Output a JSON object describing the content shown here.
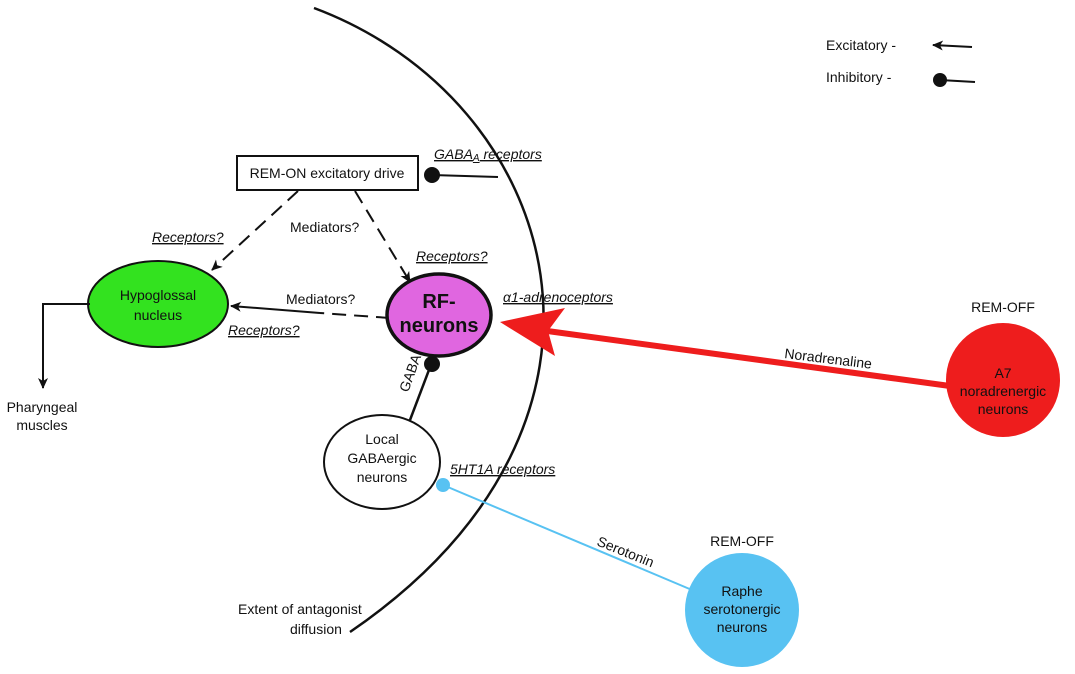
{
  "legend": {
    "excitatory": "Excitatory -",
    "inhibitory": "Inhibitory -"
  },
  "nodes": {
    "rem_on": "REM-ON excitatory drive",
    "hypoglossal": [
      "Hypoglossal",
      "nucleus"
    ],
    "rf": [
      "RF-",
      "neurons"
    ],
    "local_gaba": [
      "Local",
      "GABAergic",
      "neurons"
    ],
    "a7": [
      "A7",
      "noradrenergic",
      "neurons"
    ],
    "raphe": [
      "Raphe",
      "serotonergic",
      "neurons"
    ],
    "pharyngeal": [
      "Pharyngeal",
      "muscles"
    ]
  },
  "labels": {
    "gabaa_receptors": "GABAA receptors",
    "receptors_q": "Receptors?",
    "mediators_q": "Mediators?",
    "alpha1": "α1-adrenoceptors",
    "gaba": "GABA",
    "ht1a": "5HT1A receptors",
    "noradrenaline": "Noradrenaline",
    "serotonin": "Serotonin",
    "rem_off": "REM-OFF",
    "extent": [
      "Extent of antagonist",
      "diffusion"
    ]
  },
  "colors": {
    "hypoglossal": "#33e21f",
    "rf": "#e066e0",
    "a7": "#ee1d1d",
    "raphe": "#58c2f2",
    "noradrenaline_line": "#ee1d1d",
    "serotonin_line": "#58c2f2"
  }
}
